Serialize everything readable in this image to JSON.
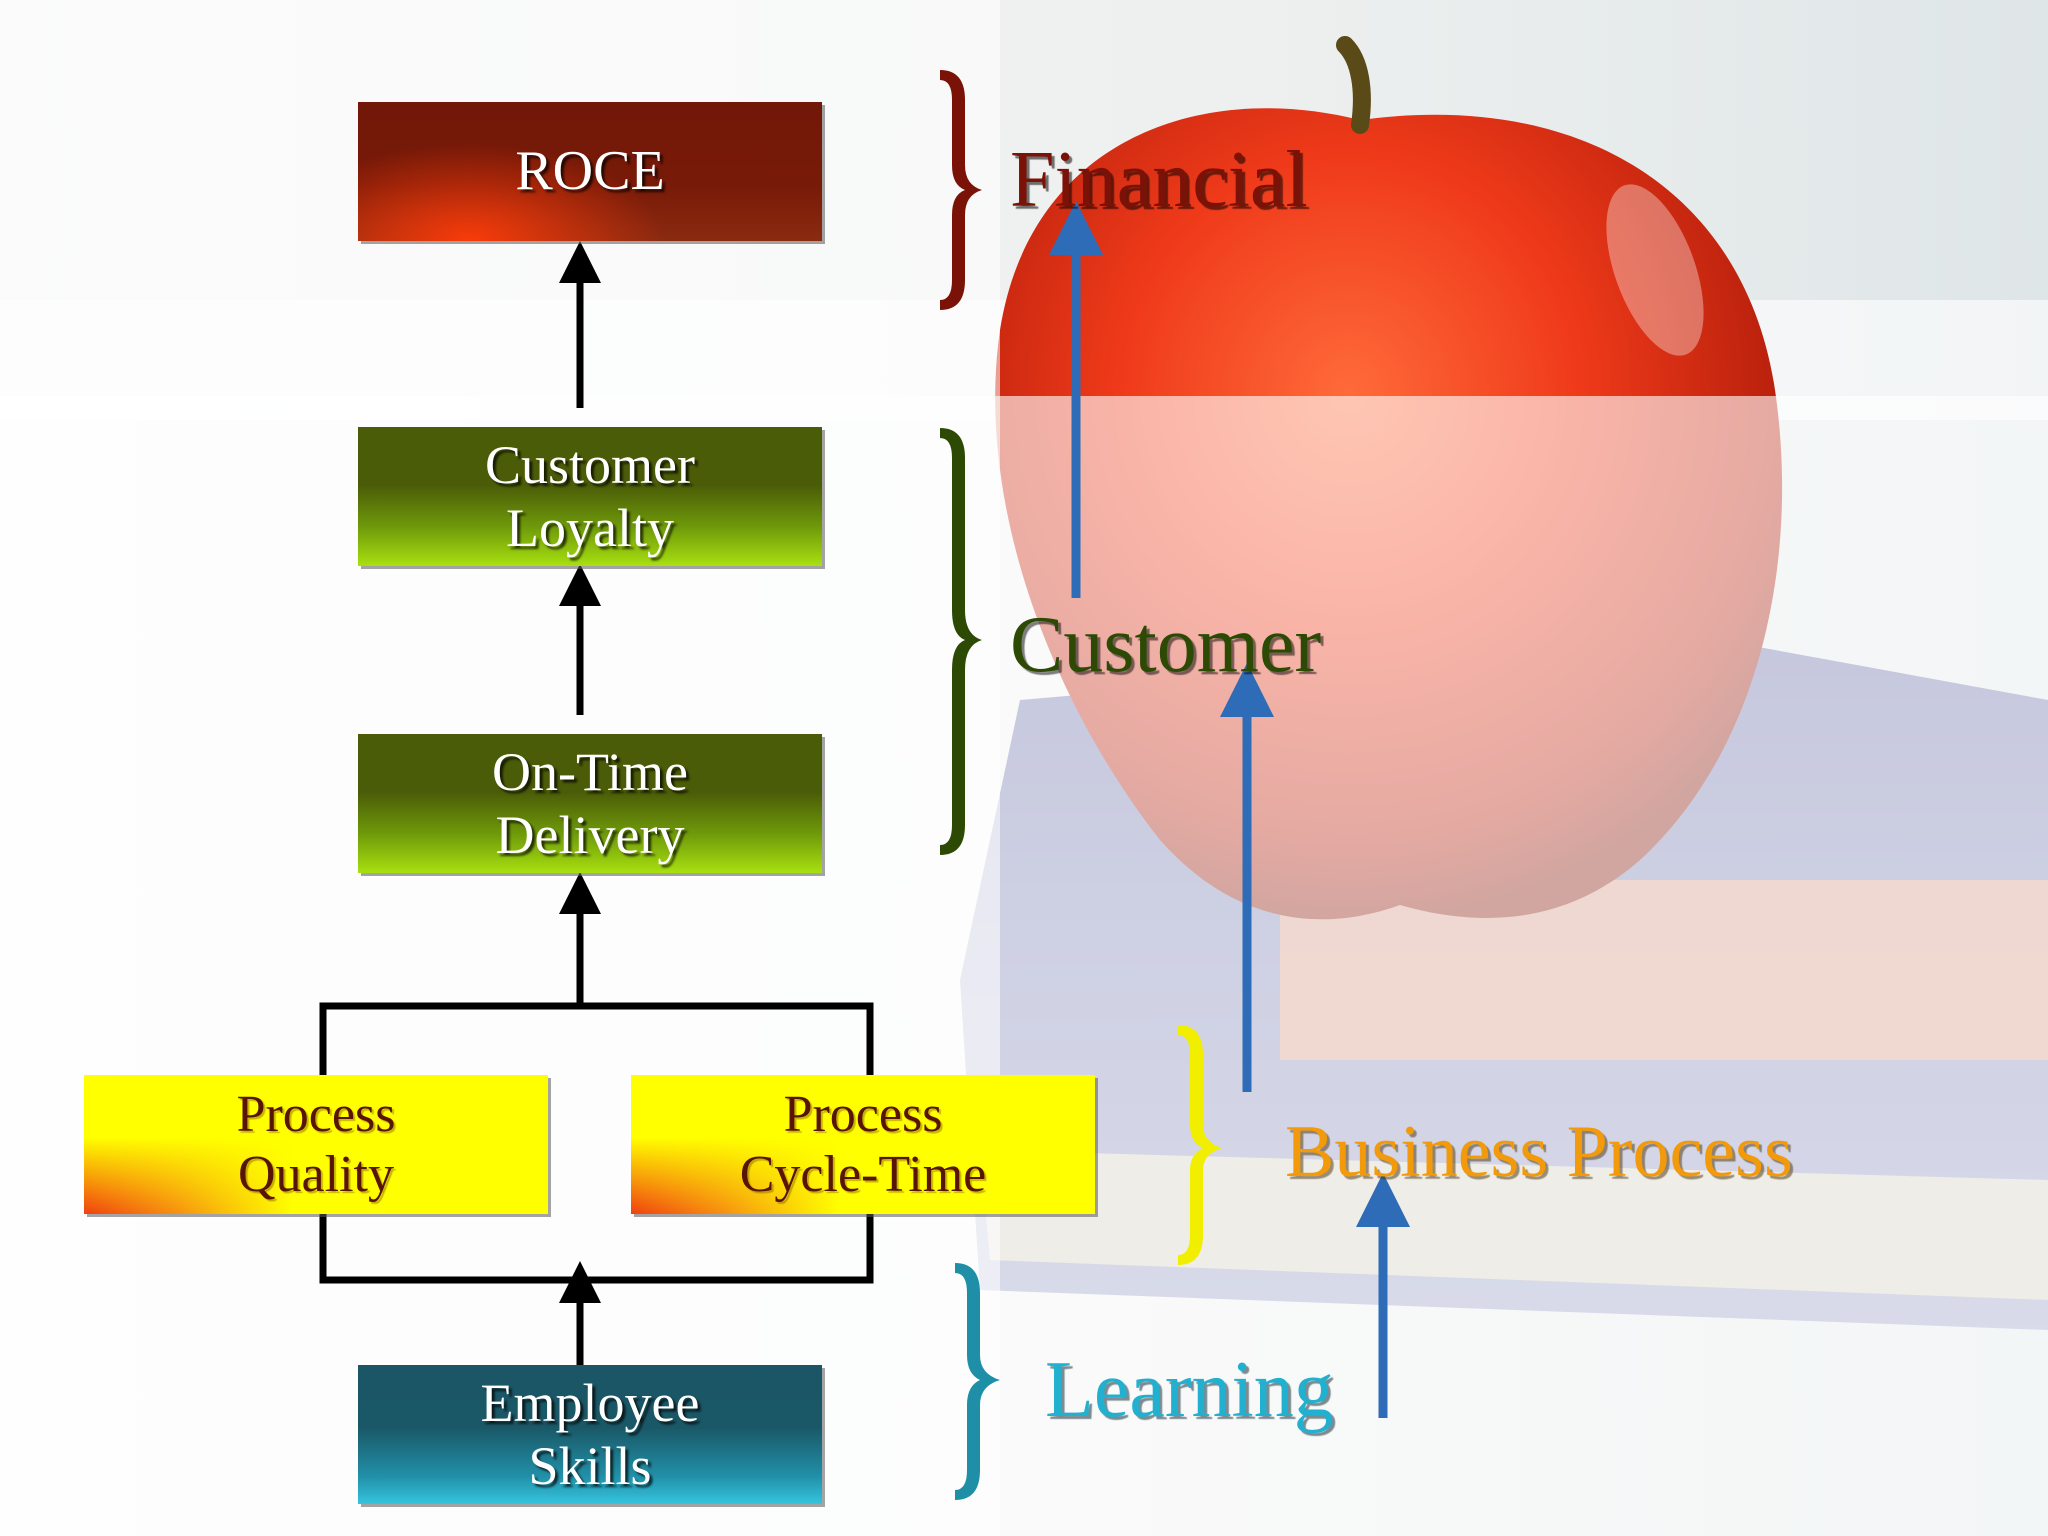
{
  "boxes": {
    "roce": [
      "ROCE"
    ],
    "customer_loyalty": [
      "Customer",
      "Loyalty"
    ],
    "on_time_delivery": [
      "On-Time",
      "Delivery"
    ],
    "process_quality": [
      "Process",
      "Quality"
    ],
    "process_cycle_time": [
      "Process",
      "Cycle-Time"
    ],
    "employee_skills": [
      "Employee",
      "Skills"
    ]
  },
  "perspectives": {
    "financial": "Financial",
    "customer": "Customer",
    "business_process": "Business Process",
    "learning": "Learning"
  },
  "colors": {
    "financial": "#7a1208",
    "customer": "#2d4a05",
    "business_process": "#f29a0c",
    "learning": "#21b0cf",
    "blue_arrow": "#2e6cb8"
  }
}
